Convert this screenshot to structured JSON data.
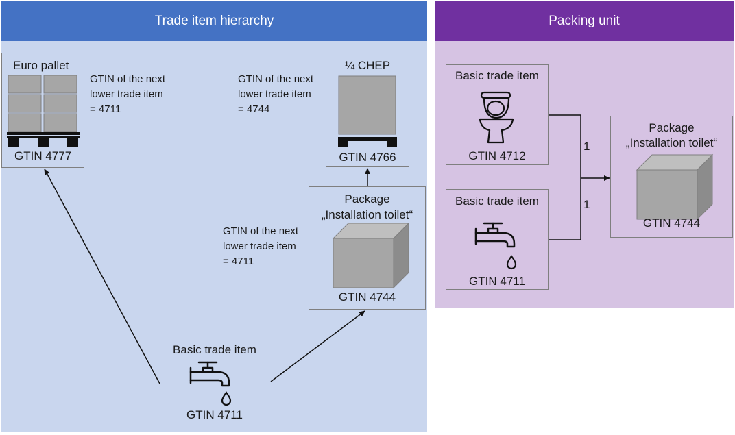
{
  "colors": {
    "left_header": "#4472c4",
    "left_bg": "#c9d6ee",
    "right_header": "#7030a0",
    "right_bg": "#d6c3e3",
    "box_border": "#7f7f7f",
    "gray_fill": "#a6a6a6"
  },
  "left": {
    "header": "Trade item hierarchy",
    "euro_pallet": {
      "title": "Euro pallet",
      "gtin": "GTIN 4777"
    },
    "euro_note": [
      "GTIN of the next",
      "lower trade item",
      "= 4711"
    ],
    "chep": {
      "title": "¼ CHEP",
      "gtin": "GTIN 4766"
    },
    "chep_note": [
      "GTIN of the next",
      "lower trade item",
      "= 4744"
    ],
    "package": {
      "title1": "Package",
      "title2": "„Installation toilet“",
      "gtin": "GTIN 4744"
    },
    "package_note": [
      "GTIN of the next",
      "lower trade item",
      "= 4711"
    ],
    "basic": {
      "title": "Basic trade item",
      "gtin": "GTIN 4711"
    }
  },
  "right": {
    "header": "Packing unit",
    "basic_toilet": {
      "title": "Basic trade item",
      "gtin": "GTIN 4712"
    },
    "basic_tap": {
      "title": "Basic trade item",
      "gtin": "GTIN 4711"
    },
    "qty1": "1",
    "qty2": "1",
    "package": {
      "title1": "Package",
      "title2": "„Installation toilet“",
      "gtin": "GTIN 4744"
    }
  },
  "icons": [
    "pallet-icon",
    "chep-pallet-icon",
    "box-icon",
    "faucet-icon",
    "toilet-icon"
  ]
}
